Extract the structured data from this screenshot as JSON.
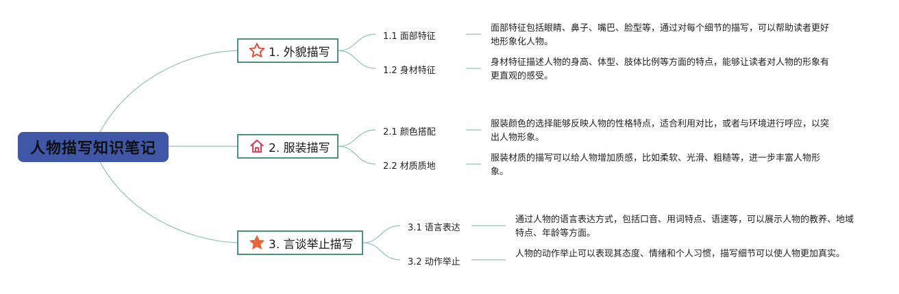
{
  "root": {
    "label": "人物描写知识笔记"
  },
  "branches": [
    {
      "label": "1. 外貌描写",
      "icon": "star-outline-icon",
      "icon_color": "#e04a3a",
      "children": [
        {
          "label": "1.1 面部特征",
          "desc": "面部特征包括眼睛、鼻子、嘴巴、脸型等，通过对每个细节的描写，可以帮助读者更好地形象化人物。"
        },
        {
          "label": "1.2 身材特征",
          "desc": "身材特征描述人物的身高、体型、肢体比例等方面的特点，能够让读者对人物的形象有更直观的感受。"
        }
      ]
    },
    {
      "label": "2. 服装描写",
      "icon": "home-icon",
      "icon_color": "#d6405a",
      "children": [
        {
          "label": "2.1 颜色搭配",
          "desc": "服装颜色的选择能够反映人物的性格特点，适合利用对比，或者与环境进行呼应，以突出人物形象。"
        },
        {
          "label": "2.2 材质质地",
          "desc": "服装材质的描写可以给人物增加质感，比如柔软、光滑、粗糙等，进一步丰富人物形象。"
        }
      ]
    },
    {
      "label": "3. 言谈举止描写",
      "icon": "star-filled-icon",
      "icon_color": "#e8673a",
      "children": [
        {
          "label": "3.1 语言表达",
          "desc": "通过人物的语言表达方式，包括口音、用词特点、语速等，可以展示人物的教养、地域特点、年龄等方面。"
        },
        {
          "label": "3.2 动作举止",
          "desc": "人物的动作举止可以表现其态度、情绪和个人习惯，描写细节可以使人物更加真实。"
        }
      ]
    }
  ],
  "colors": {
    "root_fill": "#3f57a6",
    "branch_border": "#4f8f7d",
    "connector": "#8fc3b3"
  }
}
